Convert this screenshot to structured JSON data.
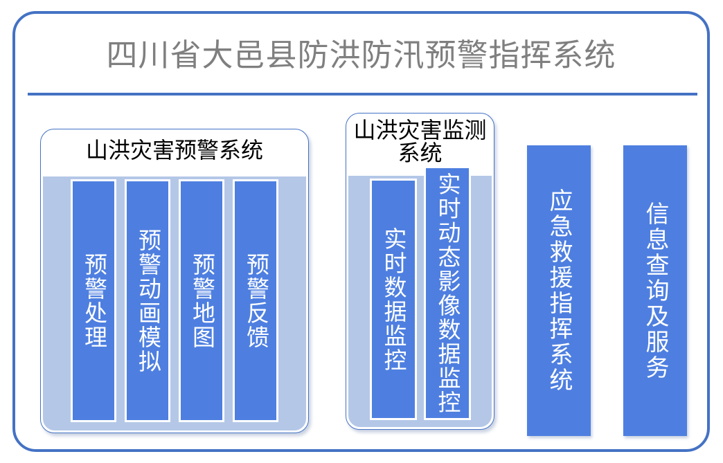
{
  "header": {
    "title": "四川省大邑县防洪防汛预警指挥系统",
    "title_color": "#7f7f7f",
    "frame_color": "#4472c4"
  },
  "colors": {
    "frame_border": "#4472c4",
    "panel_body": "#b4c7e7",
    "card_fill": "#4e7fe0",
    "card_border": "#ffffff",
    "card_text": "#ffffff",
    "panel_title_text": "#000000"
  },
  "panels": [
    {
      "id": "warning-system",
      "title": "山洪灾害预警系统",
      "columns": [
        {
          "id": "warning-processing",
          "label": "预警处理"
        },
        {
          "id": "warning-animation-simulation",
          "label": "预警动画模拟"
        },
        {
          "id": "warning-map",
          "label": "预警地图"
        },
        {
          "id": "warning-feedback",
          "label": "预警反馈"
        }
      ]
    },
    {
      "id": "monitor-system",
      "title": "山洪灾害监测系统",
      "columns": [
        {
          "id": "realtime-data-monitoring",
          "label": "实时数据监控"
        },
        {
          "id": "realtime-dynamic-image-data-monitoring",
          "label": "实时动态影像数据监控"
        }
      ]
    }
  ],
  "standalone_bars": [
    {
      "id": "emergency-rescue-command-system",
      "label": "应急救援指挥系统"
    },
    {
      "id": "information-query-and-service",
      "label": "信息查询及服务"
    }
  ]
}
